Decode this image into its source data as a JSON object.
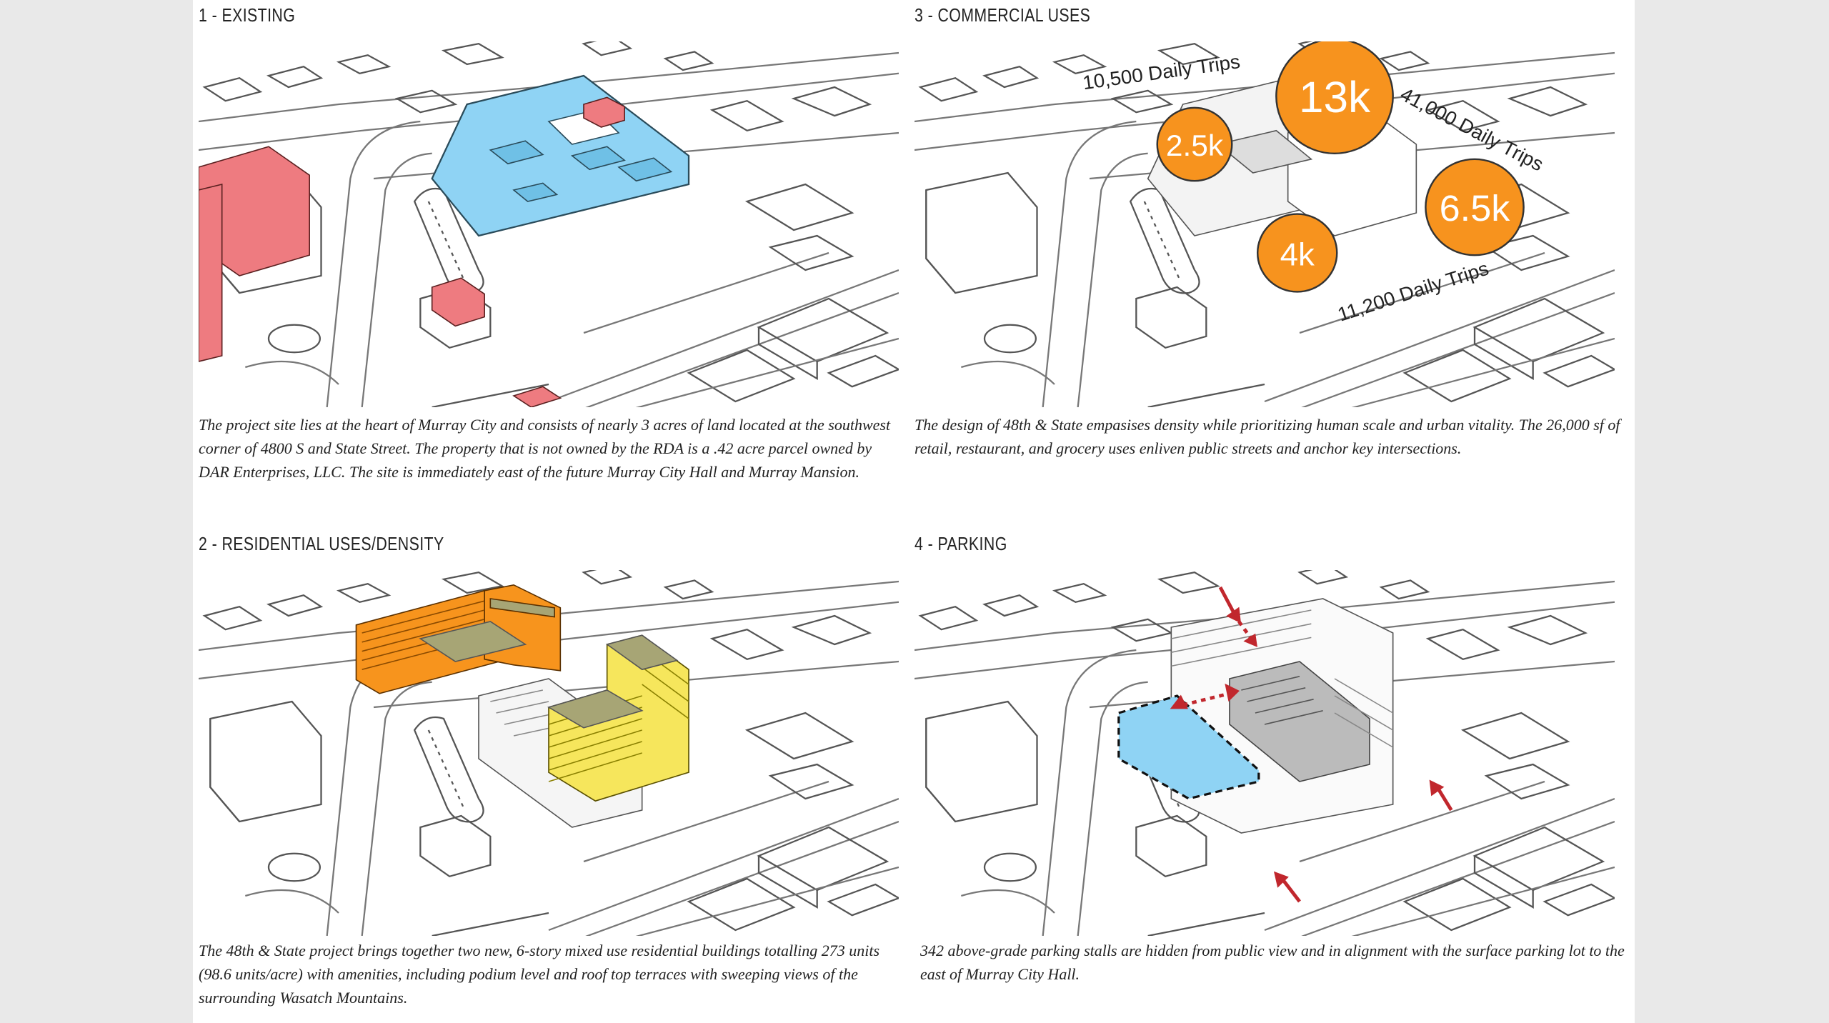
{
  "panels": {
    "existing": {
      "title": "1 - EXISTING",
      "caption": [
        "The project site lies at the heart of Murray City and consists of nearly 3 acres of land located at the southwest",
        "corner of 4800 S and State Street. The property that is not owned by the RDA is a .42 acre parcel owned by",
        "DAR Enterprises, LLC. The site is immediately east of the future Murray City Hall and Murray Mansion."
      ]
    },
    "commercial": {
      "title": "3 - COMMERCIAL USES",
      "caption": [
        "The design of 48th & State empasises density while prioritizing human scale and urban vitality. The 26,000 sf of",
        "retail, restaurant, and grocery uses enliven public streets and anchor key intersections."
      ],
      "bubbles": [
        "13k",
        "2.5k",
        "6.5k",
        "4k"
      ],
      "trips": [
        "10,500 Daily Trips",
        "41,000 Daily Trips",
        "11,200 Daily Trips"
      ]
    },
    "residential": {
      "title": "2 - RESIDENTIAL USES/DENSITY",
      "caption": [
        "The 48th & State project brings together two new, 6-story mixed use residential buildings totalling 273 units",
        "(98.6 units/acre) with amenities, including podium level and roof top terraces with sweeping views of the",
        "surrounding Wasatch Mountains."
      ]
    },
    "parking": {
      "title": "4 - PARKING",
      "caption": [
        "342 above-grade parking stalls are hidden from public view and in alignment with the surface parking lot to the",
        "east of Murray City Hall."
      ]
    }
  },
  "colors": {
    "existing_site": "#8fd3f4",
    "existing_buildings": "#ee7b80",
    "commercial_bubble": "#f7931e",
    "residential_orange": "#f7941d",
    "residential_yellow": "#f6e65c",
    "terrace": "#a7a575",
    "parking_lot": "#8fd3f4",
    "arrows": "#c1272d"
  }
}
